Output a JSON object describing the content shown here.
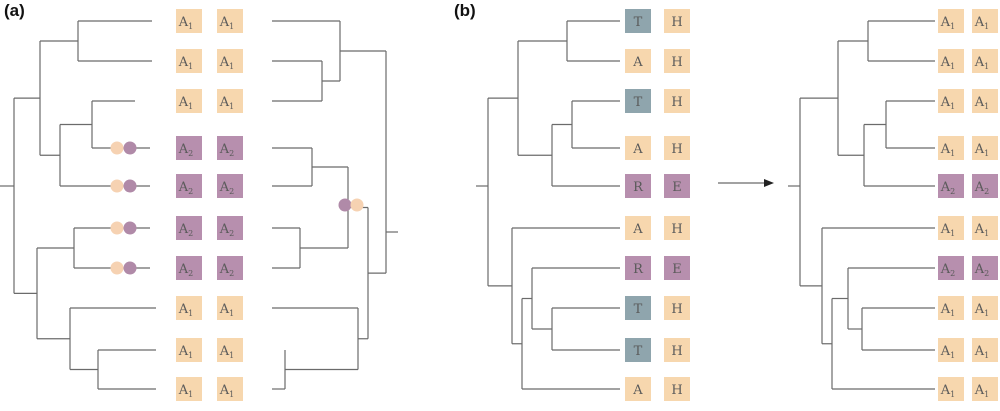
{
  "panels": {
    "a": {
      "label": "(a)"
    },
    "b": {
      "label": "(b)"
    }
  },
  "colors": {
    "peach": "#f7d7ae",
    "mauve": "#b78fae",
    "slate": "#8fa5ad",
    "line": "#6b6b6b",
    "peach_dot": "#f6d2b2",
    "mauve_dot": "#b08aa8"
  },
  "panel_a": {
    "rows": [
      {
        "left": "A1",
        "right": "A1",
        "state": "ancestral"
      },
      {
        "left": "A1",
        "right": "A1",
        "state": "ancestral"
      },
      {
        "left": "A1",
        "right": "A1",
        "state": "ancestral"
      },
      {
        "left": "A2",
        "right": "A2",
        "state": "derived"
      },
      {
        "left": "A2",
        "right": "A2",
        "state": "derived"
      },
      {
        "left": "A2",
        "right": "A2",
        "state": "derived"
      },
      {
        "left": "A2",
        "right": "A2",
        "state": "derived"
      },
      {
        "left": "A1",
        "right": "A1",
        "state": "ancestral"
      },
      {
        "left": "A1",
        "right": "A1",
        "state": "ancestral"
      },
      {
        "left": "A1",
        "right": "A1",
        "state": "ancestral"
      }
    ],
    "mutation_marks": [
      {
        "branch_row": 3,
        "from": "peach",
        "to": "mauve"
      },
      {
        "branch_row": 4,
        "from": "peach",
        "to": "mauve"
      },
      {
        "branch_row": 5,
        "from": "peach",
        "to": "mauve"
      },
      {
        "branch_row": 6,
        "from": "peach",
        "to": "mauve"
      }
    ],
    "right_tree_mark": {
      "from": "mauve",
      "to": "peach"
    }
  },
  "panel_b_left": {
    "rows": [
      {
        "left": "T",
        "right": "H",
        "left_color": "slate",
        "right_color": "peach"
      },
      {
        "left": "A",
        "right": "H",
        "left_color": "peach",
        "right_color": "peach"
      },
      {
        "left": "T",
        "right": "H",
        "left_color": "slate",
        "right_color": "peach"
      },
      {
        "left": "A",
        "right": "H",
        "left_color": "peach",
        "right_color": "peach"
      },
      {
        "left": "R",
        "right": "E",
        "left_color": "mauve",
        "right_color": "mauve"
      },
      {
        "left": "A",
        "right": "H",
        "left_color": "peach",
        "right_color": "peach"
      },
      {
        "left": "R",
        "right": "E",
        "left_color": "mauve",
        "right_color": "mauve"
      },
      {
        "left": "T",
        "right": "H",
        "left_color": "slate",
        "right_color": "peach"
      },
      {
        "left": "T",
        "right": "H",
        "left_color": "slate",
        "right_color": "peach"
      },
      {
        "left": "A",
        "right": "H",
        "left_color": "peach",
        "right_color": "peach"
      }
    ]
  },
  "panel_b_right": {
    "rows": [
      {
        "left": "A1",
        "right": "A1",
        "state": "ancestral"
      },
      {
        "left": "A1",
        "right": "A1",
        "state": "ancestral"
      },
      {
        "left": "A1",
        "right": "A1",
        "state": "ancestral"
      },
      {
        "left": "A1",
        "right": "A1",
        "state": "ancestral"
      },
      {
        "left": "A2",
        "right": "A2",
        "state": "derived"
      },
      {
        "left": "A1",
        "right": "A1",
        "state": "ancestral"
      },
      {
        "left": "A2",
        "right": "A2",
        "state": "derived"
      },
      {
        "left": "A1",
        "right": "A1",
        "state": "ancestral"
      },
      {
        "left": "A1",
        "right": "A1",
        "state": "ancestral"
      },
      {
        "left": "A1",
        "right": "A1",
        "state": "ancestral"
      }
    ]
  }
}
